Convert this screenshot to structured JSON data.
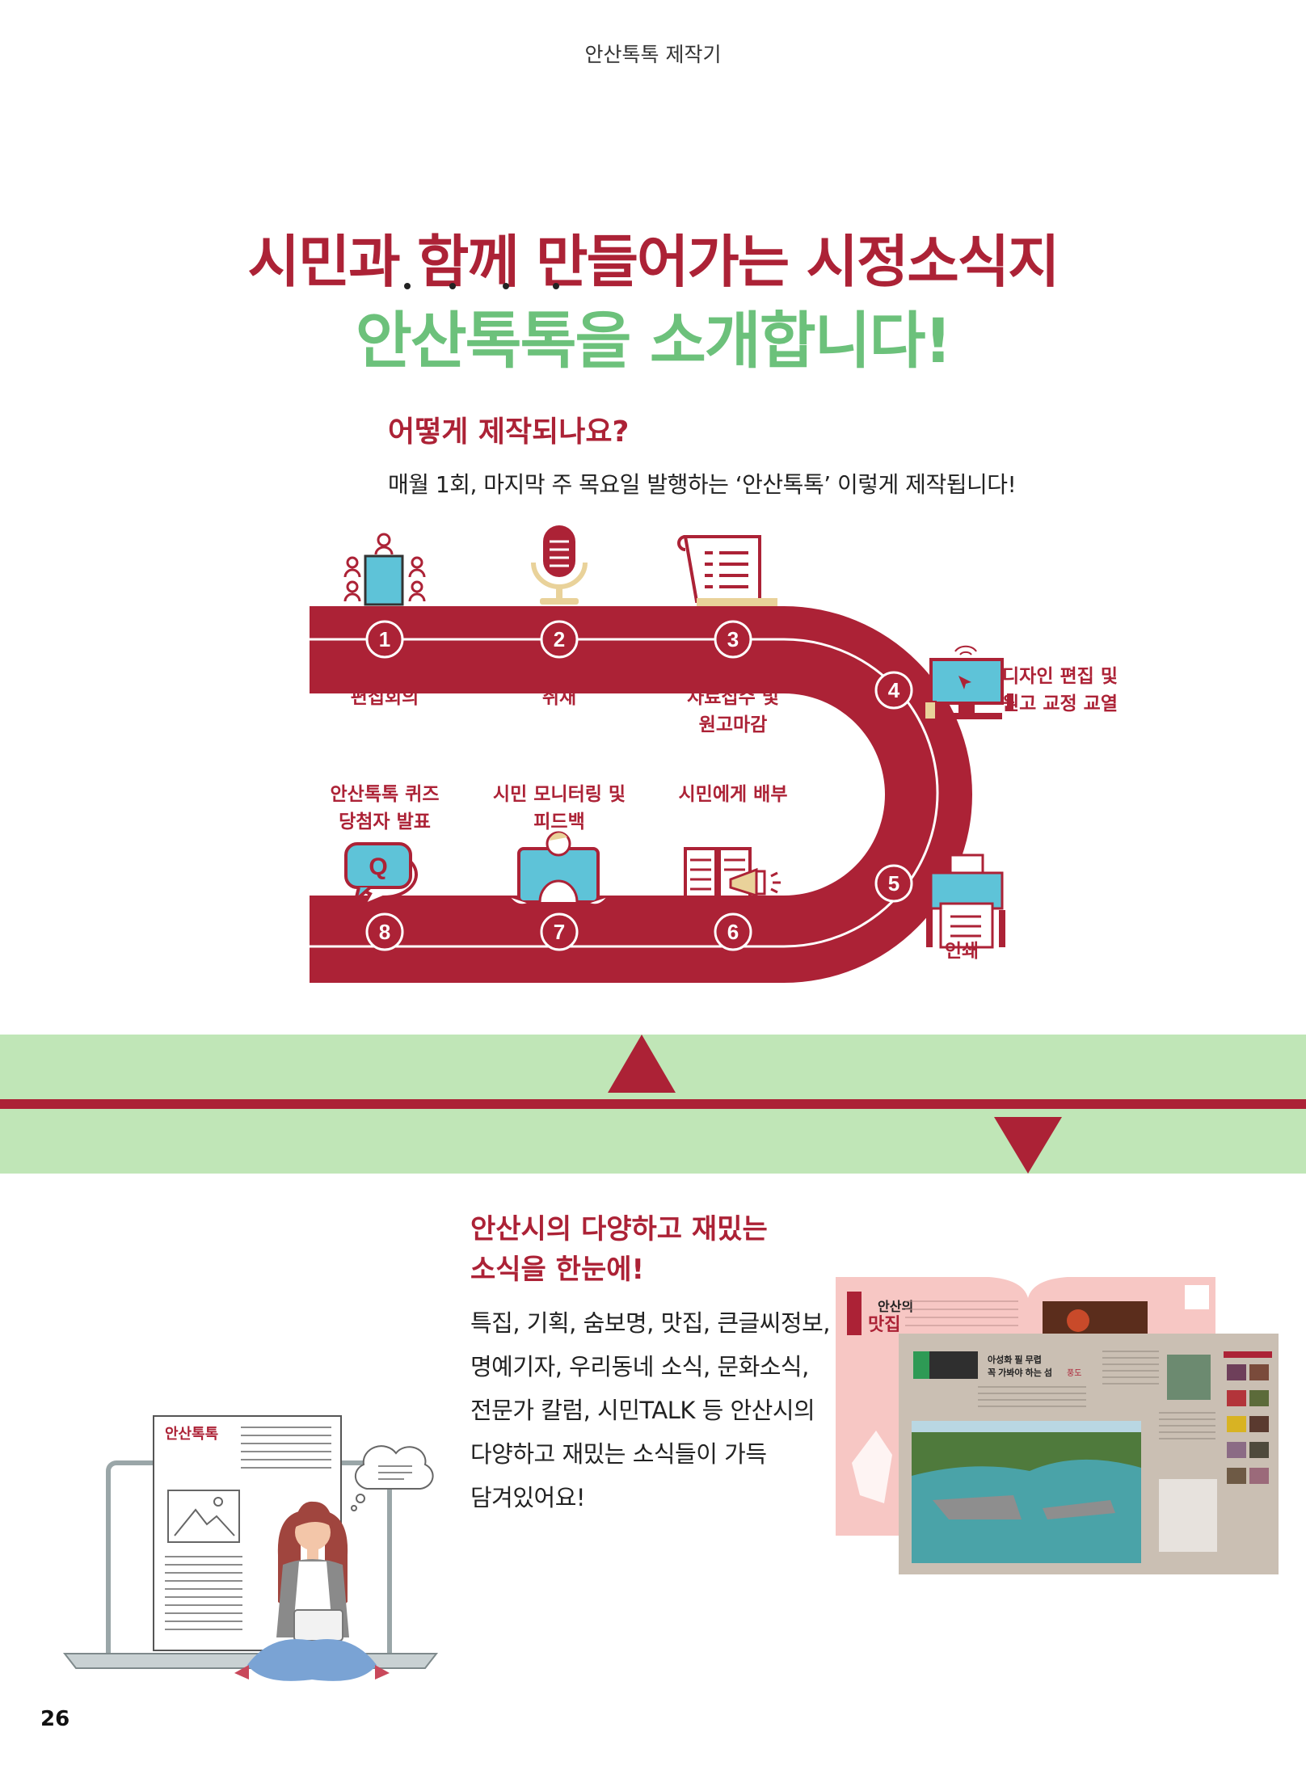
{
  "header": {
    "section_label": "안산톡톡 제작기"
  },
  "headline": {
    "line1": "시민과 함께 만들어가는 시정소식지",
    "line2": "안산톡톡을 소개합니다!"
  },
  "how_section": {
    "title": "어떻게 제작되나요?",
    "description": "매월 1회, 마지막 주 목요일 발행하는 ‘안산톡톡’ 이렇게 제작됩니다!"
  },
  "process_steps": [
    {
      "num": "1",
      "label_line1": "편집회의",
      "label_line2": "",
      "icon": "meeting-icon"
    },
    {
      "num": "2",
      "label_line1": "취재",
      "label_line2": "",
      "icon": "microphone-icon"
    },
    {
      "num": "3",
      "label_line1": "자료접수 및",
      "label_line2": "원고마감",
      "icon": "document-scroll-icon"
    },
    {
      "num": "4",
      "label_line1": "디자인 편집 및",
      "label_line2": "원고 교정 교열",
      "icon": "computer-icon"
    },
    {
      "num": "5",
      "label_line1": "인쇄",
      "label_line2": "",
      "icon": "printer-icon"
    },
    {
      "num": "6",
      "label_line1": "시민에게 배부",
      "label_line2": "",
      "icon": "book-megaphone-icon"
    },
    {
      "num": "7",
      "label_line1": "시민 모니터링 및",
      "label_line2": "피드백",
      "icon": "monitoring-icon"
    },
    {
      "num": "8",
      "label_line1": "안산톡톡 퀴즈",
      "label_line2": "당첨자 발표",
      "icon": "quiz-speech-icon"
    }
  ],
  "news_section": {
    "title_line1": "안산시의 다양하고 재밌는",
    "title_line2": "소식을 한눈에!",
    "body_lines": [
      "특집, 기획, 숨보명, 맛집, 큰글씨정보,",
      "명예기자, 우리동네 소식, 문화소식,",
      "전문가 칼럼, 시민TALK 등 안산시의",
      "다양하고 재밌는 소식들이 가득",
      "담겨있어요!"
    ]
  },
  "illustration": {
    "newsletter_logo": "안산톡톡"
  },
  "magazine": {
    "left_page_badge_line1": "안산의",
    "left_page_badge_line2": "맛집",
    "right_page_title_line1": "아성화 필 무렵",
    "right_page_title_line2": "꼭 가봐야 하는 섬",
    "right_page_title_sub": "풍도"
  },
  "footer": {
    "page_number": "26"
  },
  "colors": {
    "primary": "#ac2236",
    "green": "#6cc17b",
    "band_green": "#c0e6b7",
    "ink": "#222222"
  }
}
